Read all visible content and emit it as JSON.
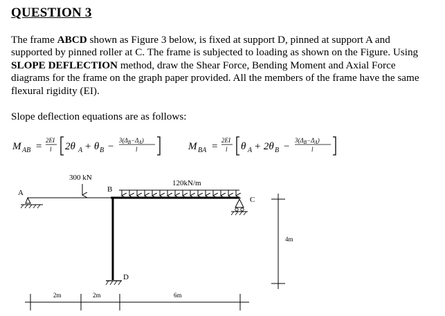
{
  "question": {
    "heading": "QUESTION 3",
    "p_part1": "The frame ",
    "p_abcd": "ABCD",
    "p_part2": " shown as Figure 3 below, is fixed at support D, pinned at support A and supported by pinned roller at C. The frame is subjected to loading as shown on the Figure. Using ",
    "p_method": "SLOPE DEFLECTION",
    "p_part3": " method, draw the Shear Force, Bending Moment and Axial Force diagrams for the frame on the graph paper provided. All the members of the frame have the same flexural rigidity (EI).",
    "intro": "Slope deflection equations are as follows:"
  },
  "equations": {
    "mab": {
      "lhs": "M",
      "sub": "AB",
      "eq": "=",
      "coef_num": "2EI",
      "coef_den": "l",
      "term1": "2θ",
      "term1_sub": "A",
      "plus": "+ θ",
      "term2_sub": "B",
      "minus": "−",
      "frac_num": "3(Δ",
      "frac_num_sub1": "B",
      "frac_num_mid": "−Δ",
      "frac_num_sub2": "A",
      "frac_num_end": ")",
      "frac_den": "l"
    },
    "mba": {
      "lhs": "M",
      "sub": "BA",
      "eq": "=",
      "coef_num": "2EI",
      "coef_den": "l",
      "term1": "θ",
      "term1_sub": "A",
      "plus": "+ 2θ",
      "term2_sub": "B",
      "minus": "−",
      "frac_num": "3(Δ",
      "frac_num_sub1": "B",
      "frac_num_mid": "−Δ",
      "frac_num_sub2": "A",
      "frac_num_end": ")",
      "frac_den": "l"
    }
  },
  "figure": {
    "label_a": "A",
    "label_b": "B",
    "label_c": "C",
    "label_d": "D",
    "point_load": "300 kN",
    "udl": "120kN/m",
    "dim_2m_a": "2m",
    "dim_2m_b": "2m",
    "dim_6m": "6m",
    "dim_4m": "4m"
  }
}
